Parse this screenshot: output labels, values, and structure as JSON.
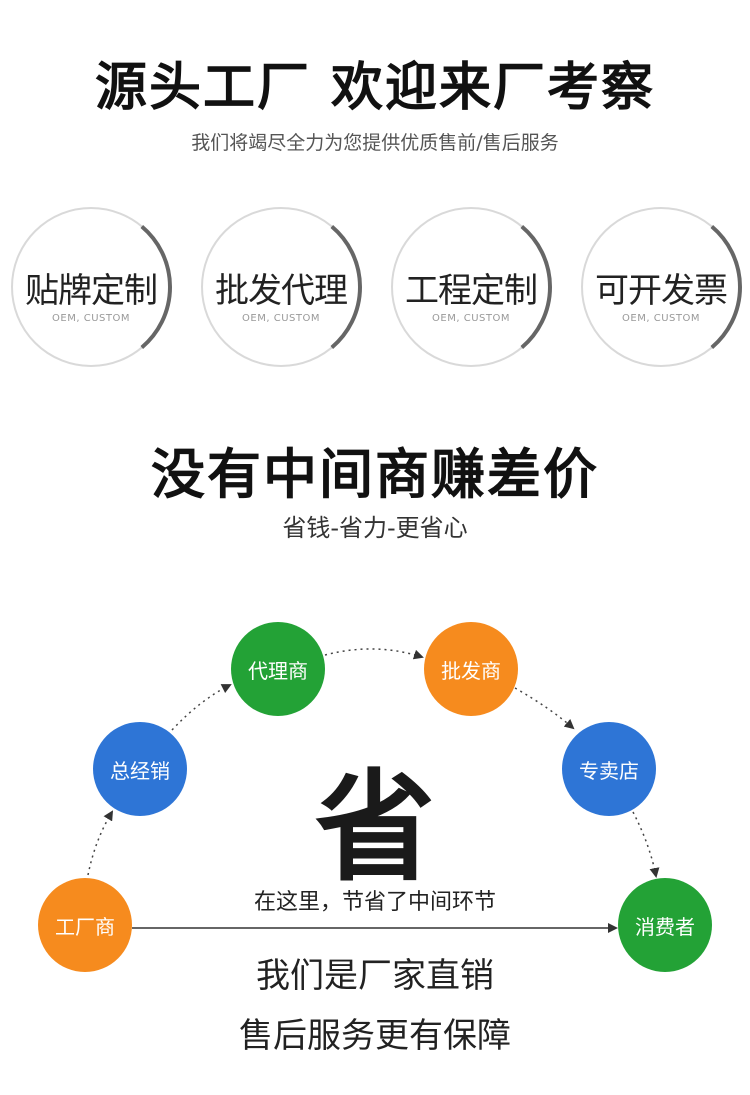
{
  "header": {
    "title": "源头工厂 欢迎来厂考察",
    "subtitle": "我们将竭尽全力为您提供优质售前/售后服务"
  },
  "services": [
    {
      "label": "贴牌定制",
      "sub": "OEM, CUSTOM"
    },
    {
      "label": "批发代理",
      "sub": "OEM, CUSTOM"
    },
    {
      "label": "工程定制",
      "sub": "OEM, CUSTOM"
    },
    {
      "label": "可开发票",
      "sub": "OEM, CUSTOM"
    }
  ],
  "section2": {
    "title": "没有中间商赚差价",
    "subtitle": "省钱-省力-更省心"
  },
  "flow": {
    "center_char": "省",
    "nodes": {
      "factory": "工厂商",
      "general_distributor": "总经销",
      "agent": "代理商",
      "wholesaler": "批发商",
      "store": "专卖店",
      "consumer": "消费者"
    },
    "direct_text": "在这里，节省了中间环节"
  },
  "footer": {
    "line1": "我们是厂家直销",
    "line2": "售后服务更有保障"
  },
  "colors": {
    "orange": "#f68b1e",
    "blue": "#2e75d6",
    "green": "#23a236",
    "ring_light": "#d9d9d9",
    "ring_dark": "#666666"
  }
}
